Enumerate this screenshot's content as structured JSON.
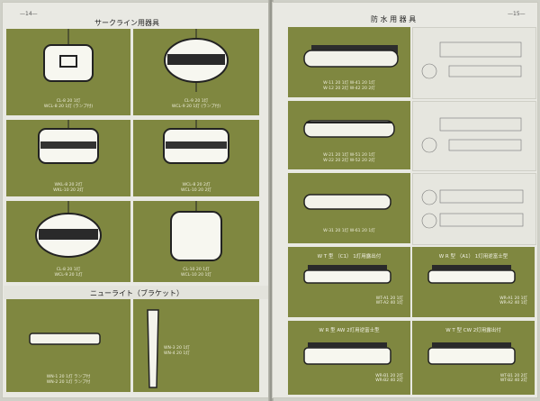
{
  "left_page": {
    "page_number": "—14—",
    "section_title": "サークライン用器具",
    "products": [
      {
        "caption_lines": [
          "CL-8 20  1灯",
          "WCL-8 20  1灯 (ランプ付)"
        ]
      },
      {
        "caption_lines": [
          "CL-9 20  1灯",
          "WCL-9 20  1灯 (ランプ付)"
        ]
      },
      {
        "caption_lines": [
          "WKL-8 20  2灯",
          "WKL-10 20  2灯"
        ]
      },
      {
        "caption_lines": [
          "WCL-8 20  2灯",
          "WCL-10 20  2灯"
        ]
      },
      {
        "caption_lines": [
          "CL-8 20  1灯",
          "WCL-9 20  1灯"
        ]
      },
      {
        "caption_lines": [
          "CL-10 20  1灯",
          "WCL-10 20  1灯"
        ]
      }
    ],
    "newlight_title": "ニューライト（ブラケット）",
    "newlight_products": [
      {
        "caption_lines": [
          "WN-1 20  1灯  ランプ付",
          "WN-2 20  1灯  ランプ付"
        ]
      },
      {
        "caption_lines": [
          "WN-3 20  1灯",
          "WN-4 20  1灯"
        ]
      }
    ]
  },
  "right_page": {
    "page_number": "—15—",
    "section_title": "防 水 用 器 具",
    "products": [
      {
        "caption_lines": [
          "W-11 20  1灯  W-41 20  1灯",
          "W-12 20  2灯  W-42 20  2灯"
        ]
      },
      {
        "caption_lines": [
          "W-21 20  1灯  W-51 20  1灯",
          "W-22 20  2灯  W-52 20  2灯"
        ]
      },
      {
        "caption_lines": [
          "W-31 20  1灯  W-61 20  1灯"
        ]
      }
    ],
    "grid_products": [
      {
        "label": "W T 型 （C1） 1灯用露出付",
        "pairs": [
          "WT-A1 20  1灯",
          "WT-A2 40  1灯"
        ]
      },
      {
        "label": "W R 型 （A1） 1灯用逆富士型",
        "pairs": [
          "WR-A1 20  1灯",
          "WR-A2 40  1灯"
        ]
      },
      {
        "label": "W R 型 AW 2灯用逆富士型",
        "pairs": [
          "WR-B1 20  2灯",
          "WR-B2 40  2灯"
        ]
      },
      {
        "label": "W T 型 CW 2灯用露出付",
        "pairs": [
          "WT-B1 20  2灯",
          "WT-B2 40  2灯"
        ]
      }
    ]
  },
  "colors": {
    "panel_olive": "#7f8740",
    "page_paper": "#e9e9e3"
  }
}
